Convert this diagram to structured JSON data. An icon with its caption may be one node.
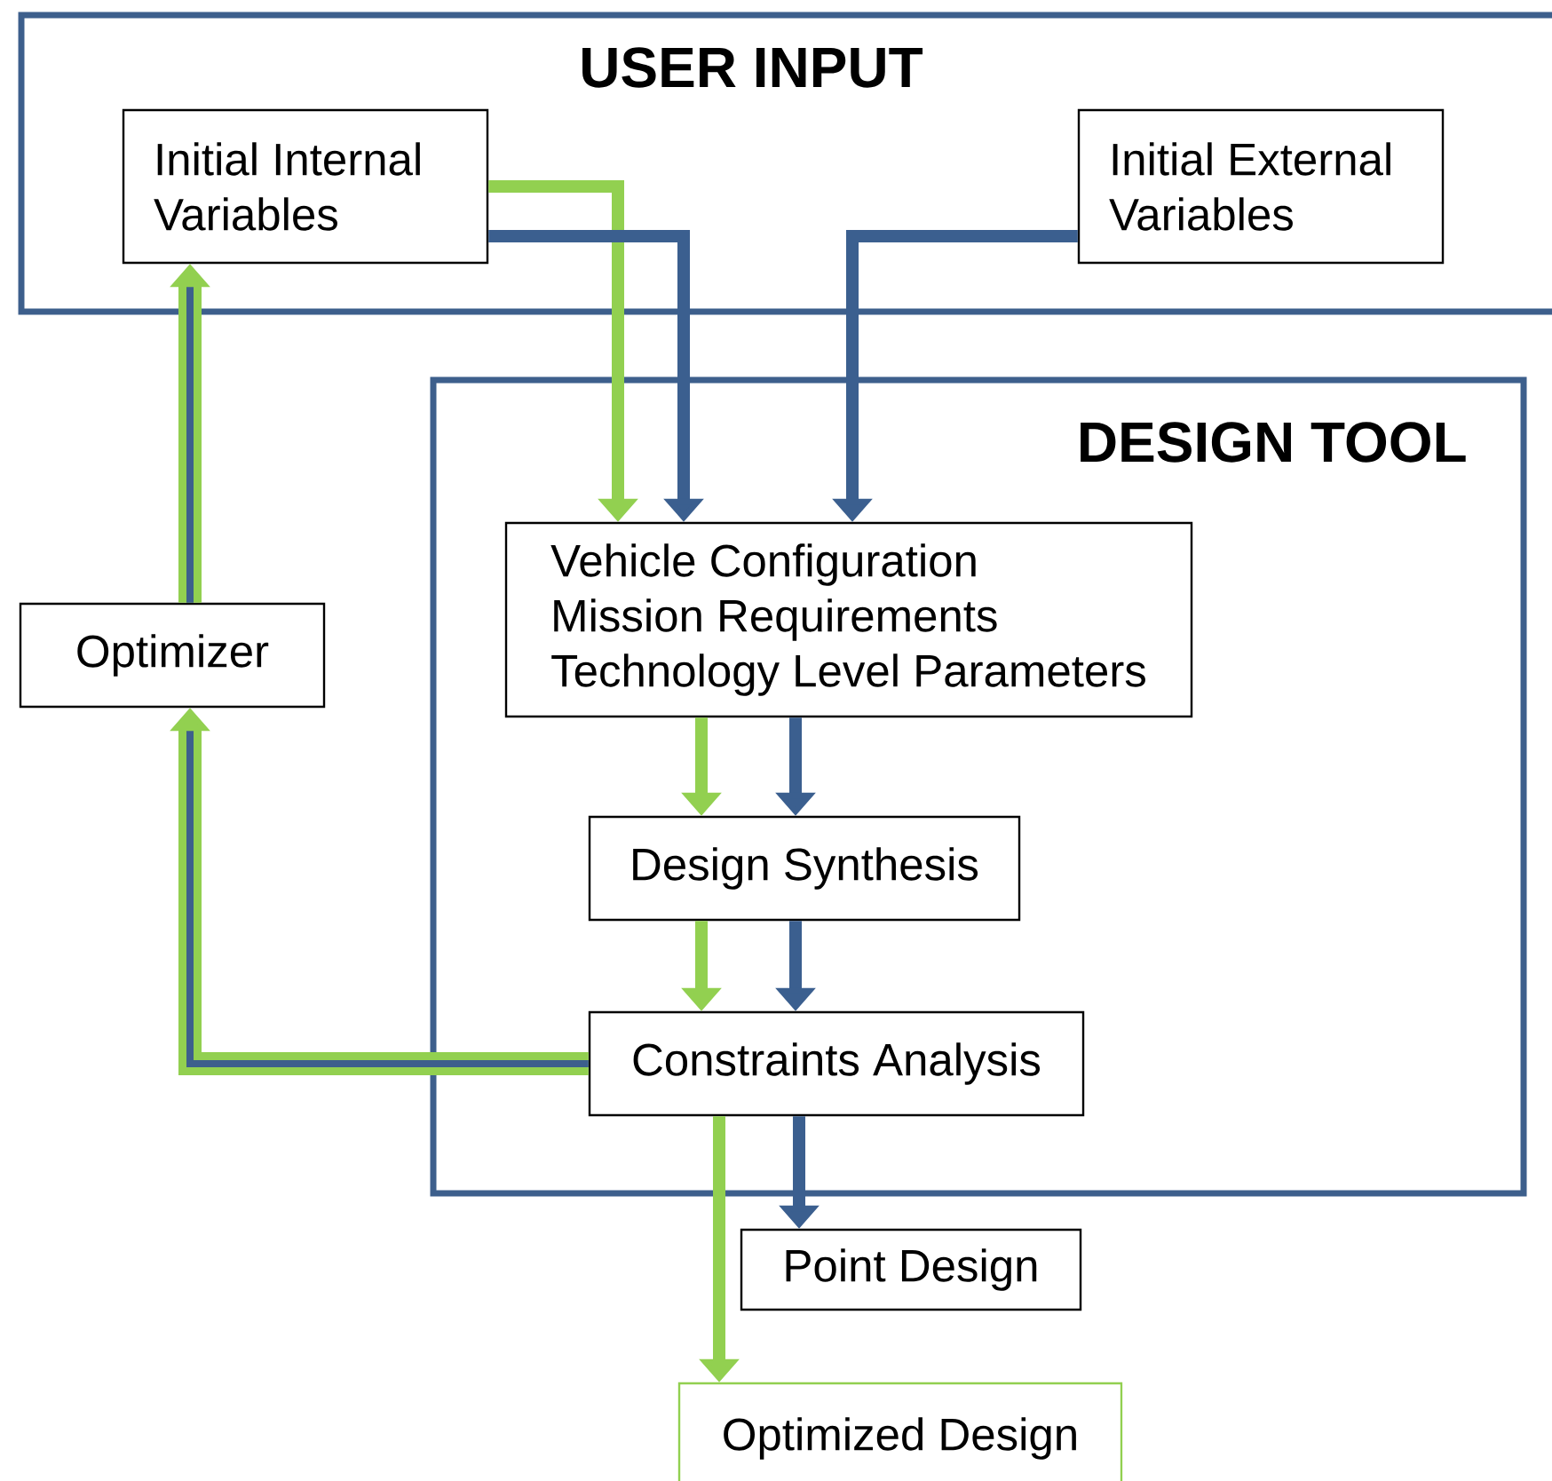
{
  "diagram": {
    "nodes": [
      {
        "text": [
          "USER INPUT"
        ]
      },
      {
        "text": [
          "Initial Internal Variables"
        ],
        "in": 0
      },
      {
        "text": [
          "Initial External Variables"
        ],
        "in": 0
      },
      {
        "text": [
          "DESIGN TOOL"
        ]
      },
      {
        "text": [
          "Vehicle Configuration",
          "Mission Requirements",
          "Technology Level Parameters"
        ],
        "in": 3
      },
      {
        "text": [
          "Design Synthesis"
        ],
        "in": 3
      },
      {
        "text": [
          "Constraints Analysis"
        ],
        "in": 3
      },
      {
        "text": [
          "Optimizer"
        ]
      },
      {
        "text": [
          "Point Design"
        ]
      },
      {
        "text": [
          "Optimized Design"
        ]
      }
    ],
    "edges": [
      {
        "from": 1,
        "to": 4,
        "arrow": "to",
        "color": "#92d050"
      },
      {
        "from": 1,
        "to": 4,
        "arrow": "to",
        "color": "#3b5f8f"
      },
      {
        "from": 2,
        "to": 4,
        "arrow": "to",
        "color": "#3b5f8f"
      },
      {
        "from": 4,
        "to": 5,
        "arrow": "to",
        "color": "#92d050"
      },
      {
        "from": 4,
        "to": 5,
        "arrow": "to",
        "color": "#3b5f8f"
      },
      {
        "from": 5,
        "to": 6,
        "arrow": "to",
        "color": "#92d050"
      },
      {
        "from": 5,
        "to": 6,
        "arrow": "to",
        "color": "#3b5f8f"
      },
      {
        "from": 6,
        "to": 7,
        "arrow": "to",
        "style": "thick",
        "color": "#92d050"
      },
      {
        "from": 7,
        "to": 1,
        "arrow": "to",
        "style": "thick",
        "color": "#92d050"
      },
      {
        "from": 6,
        "to": 9,
        "arrow": "to",
        "color": "#92d050"
      },
      {
        "from": 6,
        "to": 8,
        "arrow": "to",
        "color": "#3b5f8f"
      }
    ]
  }
}
